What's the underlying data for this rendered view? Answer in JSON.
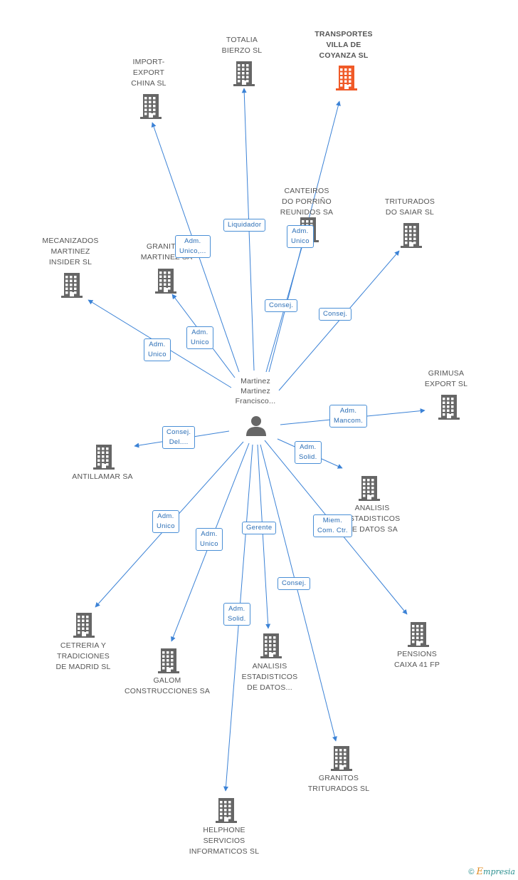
{
  "center": {
    "name": "Martinez\nMartinez\nFrancisco..."
  },
  "colors": {
    "edge": "#3b82d6",
    "building": "#666666",
    "main_building": "#f05a28"
  },
  "companies": [
    {
      "id": "transportes",
      "name": "TRANSPORTES\nVILLA DE\nCOYANZA  SL",
      "main": true
    },
    {
      "id": "totalia",
      "name": "TOTALIA\nBIERZO SL"
    },
    {
      "id": "import",
      "name": "IMPORT-\nEXPORT\nCHINA SL"
    },
    {
      "id": "canteiros",
      "name": "CANTEIROS\nDO PORRIÑO\nREUNIDOS SA"
    },
    {
      "id": "triturados_saiar",
      "name": "TRITURADOS\nDO SAIAR SL"
    },
    {
      "id": "mecanizados",
      "name": "MECANIZADOS\nMARTINEZ\nINSIDER SL"
    },
    {
      "id": "granitos_martinez",
      "name": "GRANITOS\nMARTINEZ SA"
    },
    {
      "id": "grimusa",
      "name": "GRIMUSA\nEXPORT SL"
    },
    {
      "id": "antillamar",
      "name": "ANTILLAMAR SA"
    },
    {
      "id": "analisis1",
      "name": "ANALISIS\nESTADISTICOS\nDE DATOS SA"
    },
    {
      "id": "cetreria",
      "name": "CETRERIA Y\nTRADICIONES\nDE MADRID SL"
    },
    {
      "id": "galom",
      "name": "GALOM\nCONSTRUCCIONES SA"
    },
    {
      "id": "analisis2",
      "name": "ANALISIS\nESTADISTICOS\nDE DATOS..."
    },
    {
      "id": "pensions",
      "name": "PENSIONS\nCAIXA 41 FP"
    },
    {
      "id": "granitos_triturados",
      "name": "GRANITOS\nTRITURADOS SL"
    },
    {
      "id": "helphone",
      "name": "HELPHONE\nSERVICIOS\nINFORMATICOS SL"
    }
  ],
  "relations": [
    {
      "id": "r_import",
      "label": "Adm.\nUnico,..."
    },
    {
      "id": "r_totalia",
      "label": "Liquidador"
    },
    {
      "id": "r_canteiros",
      "label": "Adm.\nUnico"
    },
    {
      "id": "r_transportes",
      "label": "Consej."
    },
    {
      "id": "r_saiar",
      "label": "Consej."
    },
    {
      "id": "r_mecanizados",
      "label": "Adm.\nUnico"
    },
    {
      "id": "r_granitos_m",
      "label": "Adm.\nUnico"
    },
    {
      "id": "r_grimusa",
      "label": "Adm.\nMancom."
    },
    {
      "id": "r_antillamar",
      "label": "Consej.\nDel...."
    },
    {
      "id": "r_analisis1",
      "label": "Adm.\nSolid."
    },
    {
      "id": "r_cetreria",
      "label": "Adm.\nUnico"
    },
    {
      "id": "r_galom",
      "label": "Adm.\nUnico"
    },
    {
      "id": "r_analisis2",
      "label": "Gerente"
    },
    {
      "id": "r_pensions",
      "label": "Miem.\nCom. Ctr."
    },
    {
      "id": "r_granitos_t",
      "label": "Consej."
    },
    {
      "id": "r_helphone",
      "label": "Adm.\nSolid."
    }
  ],
  "footer": {
    "copyright": "©",
    "brand_e": "E",
    "brand_rest": "mpresia"
  }
}
